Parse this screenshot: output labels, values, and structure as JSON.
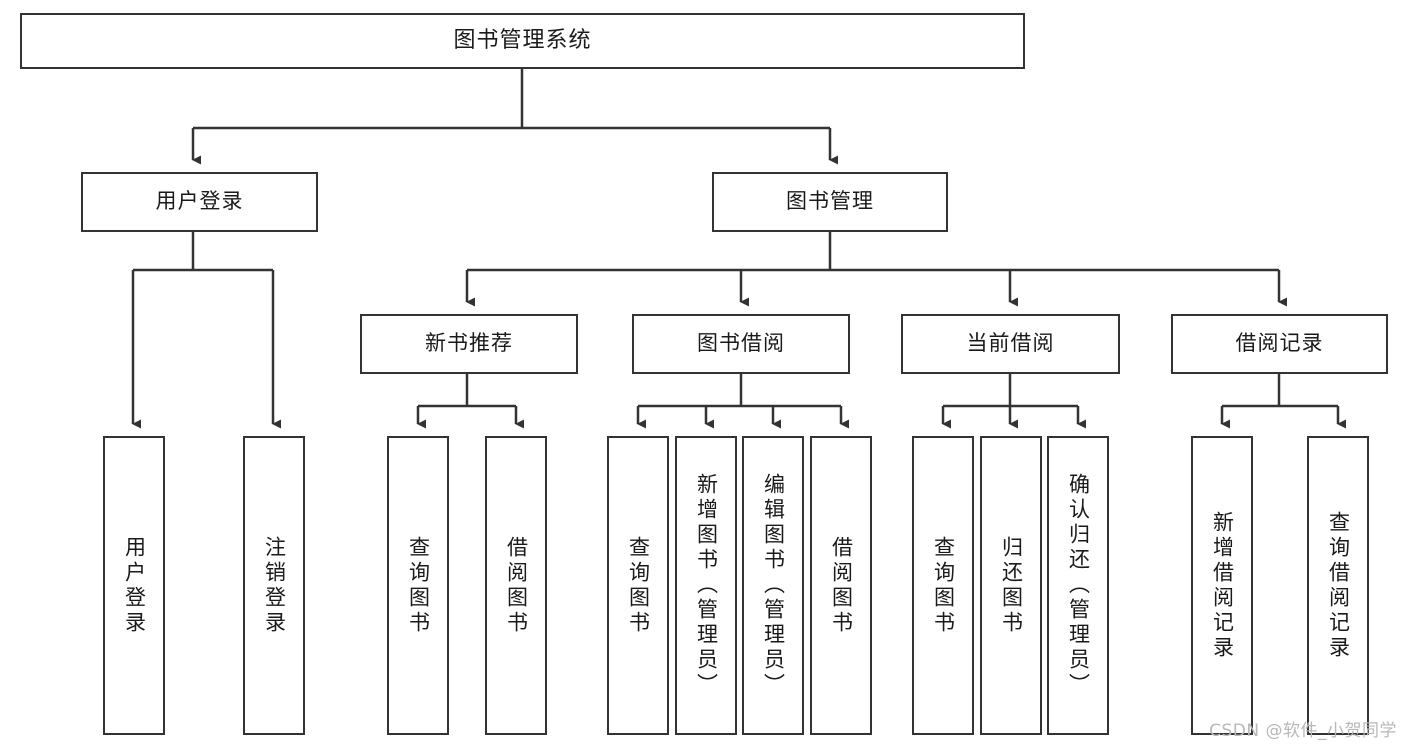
{
  "diagram": {
    "title": "图书管理系统",
    "type": "tree",
    "root": {
      "label": "图书管理系统"
    },
    "level2": [
      {
        "id": "user-login",
        "label": "用户登录"
      },
      {
        "id": "book-manage",
        "label": "图书管理"
      }
    ],
    "level3": [
      {
        "id": "new-book-recommend",
        "label": "新书推荐",
        "parent": "book-manage"
      },
      {
        "id": "book-borrow",
        "label": "图书借阅",
        "parent": "book-manage"
      },
      {
        "id": "current-borrow",
        "label": "当前借阅",
        "parent": "book-manage"
      },
      {
        "id": "borrow-record",
        "label": "借阅记录",
        "parent": "book-manage"
      }
    ],
    "leaves": [
      {
        "id": "leaf-user-login",
        "label": "用户登录",
        "parent": "user-login"
      },
      {
        "id": "leaf-logout",
        "label": "注销登录",
        "parent": "user-login"
      },
      {
        "id": "leaf-query-book-1",
        "label": "查询图书",
        "parent": "new-book-recommend"
      },
      {
        "id": "leaf-borrow-book-1",
        "label": "借阅图书",
        "parent": "new-book-recommend"
      },
      {
        "id": "leaf-query-book-2",
        "label": "查询图书",
        "parent": "book-borrow"
      },
      {
        "id": "leaf-add-book",
        "label": "新增图书（管理员）",
        "parent": "book-borrow"
      },
      {
        "id": "leaf-edit-book",
        "label": "编辑图书（管理员）",
        "parent": "book-borrow"
      },
      {
        "id": "leaf-borrow-book-2",
        "label": "借阅图书",
        "parent": "book-borrow"
      },
      {
        "id": "leaf-query-book-3",
        "label": "查询图书",
        "parent": "current-borrow"
      },
      {
        "id": "leaf-return-book",
        "label": "归还图书",
        "parent": "current-borrow"
      },
      {
        "id": "leaf-confirm-return",
        "label": "确认归还（管理员）",
        "parent": "current-borrow"
      },
      {
        "id": "leaf-add-record",
        "label": "新增借阅记录",
        "parent": "borrow-record"
      },
      {
        "id": "leaf-query-record",
        "label": "查询借阅记录",
        "parent": "borrow-record"
      }
    ],
    "colors": {
      "stroke": "#333333",
      "fill": "#ffffff",
      "text": "#1a1a1a",
      "watermark": "#b8b8b8"
    }
  },
  "watermark": {
    "text": "CSDN @软件_小贺同学"
  }
}
